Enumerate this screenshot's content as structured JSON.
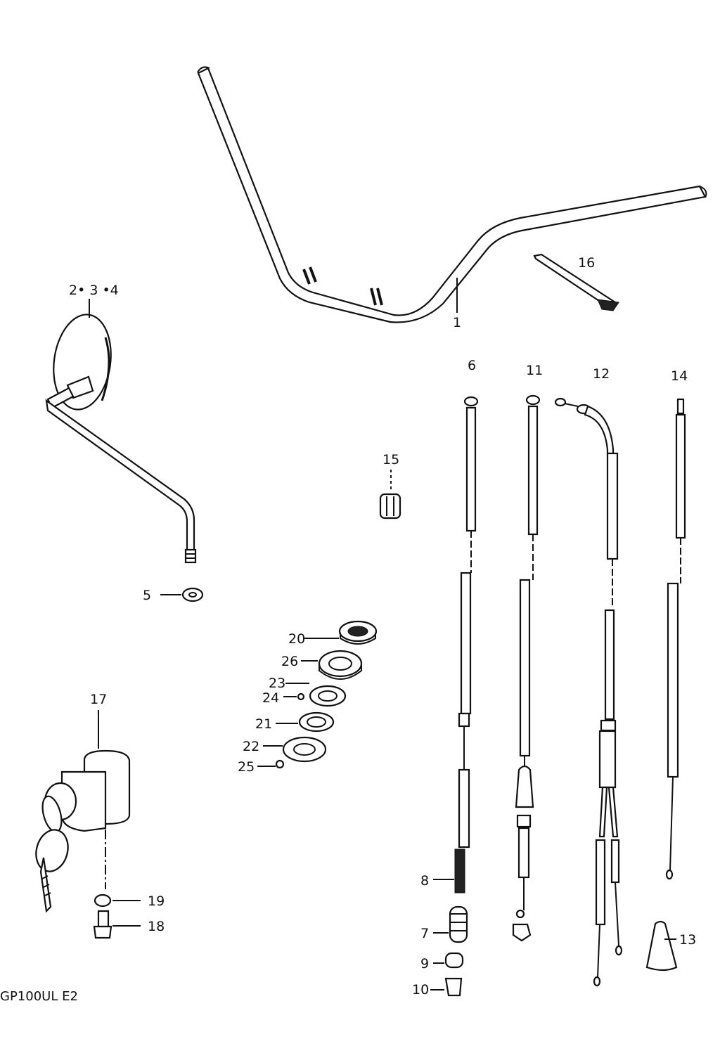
{
  "diagram": {
    "model_code": "GP100UL  E2",
    "part_labels": {
      "p1": "1",
      "p234": "2• 3 •4",
      "p5": "5",
      "p6": "6",
      "p7": "7",
      "p8": "8",
      "p9": "9",
      "p10": "10",
      "p11": "11",
      "p12": "12",
      "p13": "13",
      "p14": "14",
      "p15": "15",
      "p16": "16",
      "p17": "17",
      "p18": "18",
      "p19": "19",
      "p20": "20",
      "p21": "21",
      "p22": "22",
      "p23": "23",
      "p24": "24",
      "p25": "25",
      "p26": "26"
    }
  }
}
